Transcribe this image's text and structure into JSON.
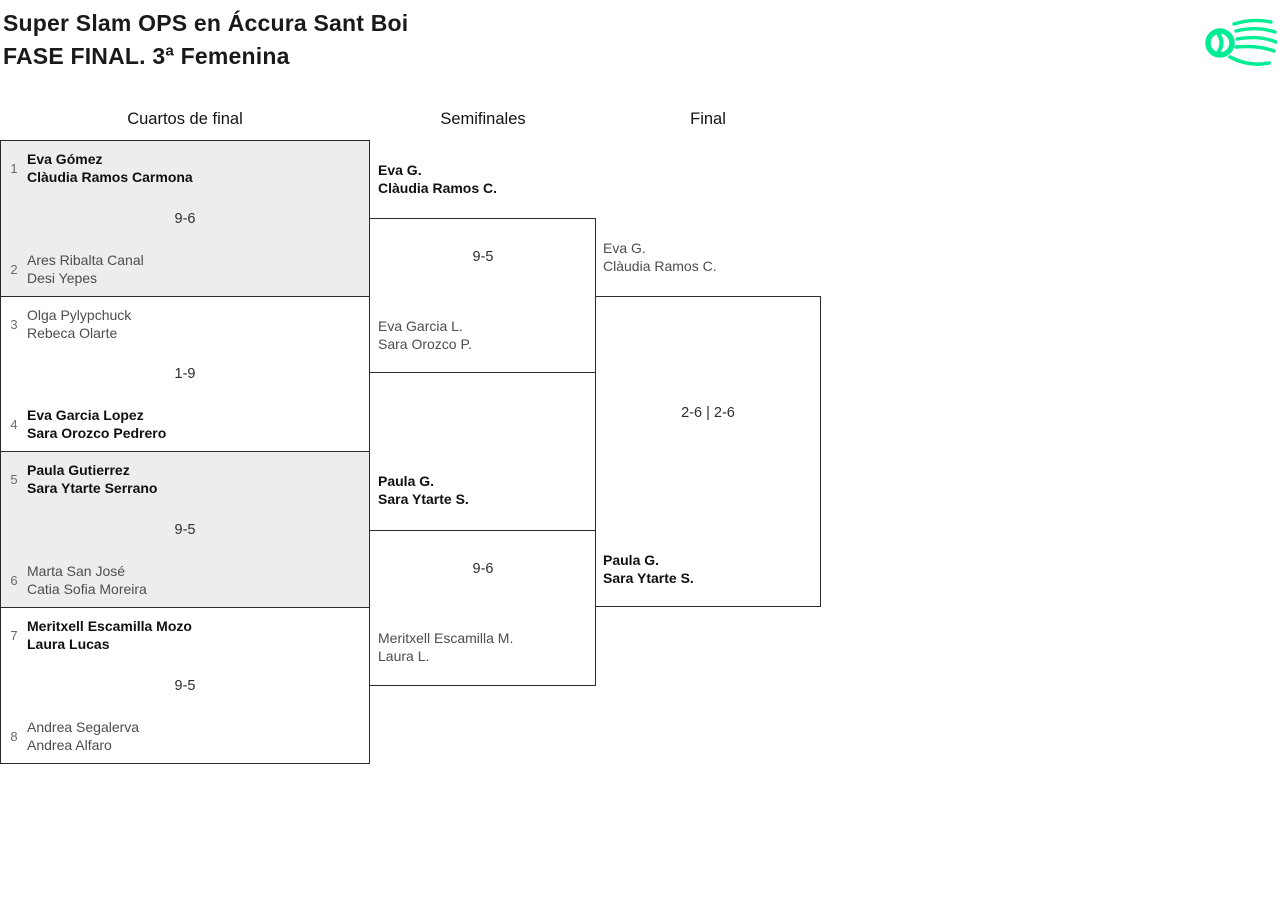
{
  "page": {
    "title_line1": "Super Slam OPS en Áccura Sant Boi",
    "title_line2": "FASE FINAL. 3ª Femenina"
  },
  "logo": {
    "icon": "ball-swoosh-logo",
    "color": "#00ED96"
  },
  "colors": {
    "accent_green": "#00ED96",
    "shaded_row_bg": "#EDEDED",
    "border": "#2B2B2B",
    "winner_text": "#101010",
    "loser_text": "#4D4D4D"
  },
  "bracket": {
    "round_headers": {
      "quarterfinals": "Cuartos de final",
      "semifinals": "Semifinales",
      "final": "Final"
    },
    "quarterfinals": [
      {
        "seed_top": "1",
        "team_top": [
          "Eva Gómez",
          "Clàudia Ramos Carmona"
        ],
        "top_winner": true,
        "score": "9-6",
        "seed_bottom": "2",
        "team_bottom": [
          "Ares Ribalta Canal",
          "Desi Yepes"
        ],
        "bottom_winner": false
      },
      {
        "seed_top": "3",
        "team_top": [
          "Olga Pylypchuck",
          "Rebeca Olarte"
        ],
        "top_winner": false,
        "score": "1-9",
        "seed_bottom": "4",
        "team_bottom": [
          "Eva Garcia Lopez",
          "Sara Orozco Pedrero"
        ],
        "bottom_winner": true
      },
      {
        "seed_top": "5",
        "team_top": [
          "Paula Gutierrez",
          "Sara Ytarte Serrano"
        ],
        "top_winner": true,
        "score": "9-5",
        "seed_bottom": "6",
        "team_bottom": [
          "Marta San José",
          "Catia Sofia Moreira"
        ],
        "bottom_winner": false
      },
      {
        "seed_top": "7",
        "team_top": [
          "Meritxell Escamilla Mozo",
          "Laura Lucas"
        ],
        "top_winner": true,
        "score": "9-5",
        "seed_bottom": "8",
        "team_bottom": [
          "Andrea Segalerva",
          "Andrea Alfaro"
        ],
        "bottom_winner": false
      }
    ],
    "semifinals": [
      {
        "team_top": [
          "Eva G.",
          "Clàudia Ramos C."
        ],
        "top_winner": true,
        "score": "9-5",
        "team_bottom": [
          "Eva Garcia L.",
          "Sara Orozco P."
        ],
        "bottom_winner": false
      },
      {
        "team_top": [
          "Paula G.",
          "Sara Ytarte S."
        ],
        "top_winner": true,
        "score": "9-6",
        "team_bottom": [
          "Meritxell Escamilla M.",
          "Laura L."
        ],
        "bottom_winner": false
      }
    ],
    "final": {
      "team_top": [
        "Eva G.",
        "Clàudia Ramos C."
      ],
      "top_winner": false,
      "score": "2-6 | 2-6",
      "team_bottom": [
        "Paula G.",
        "Sara Ytarte S."
      ],
      "bottom_winner": true
    }
  }
}
